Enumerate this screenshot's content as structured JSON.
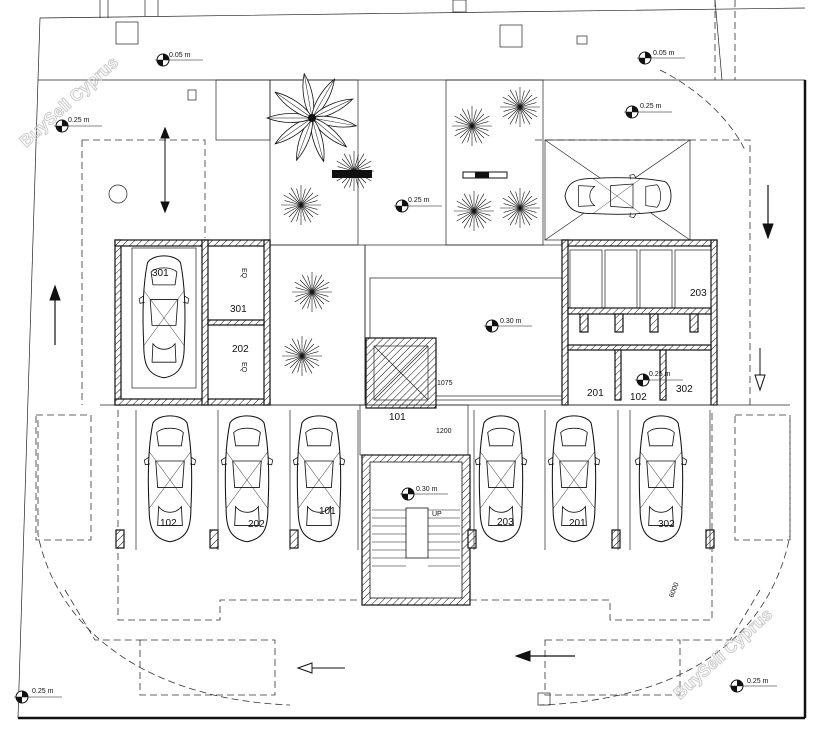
{
  "levels": {
    "top_left": "0.05 m",
    "top_right": "0.05 m",
    "upper_left": "0.25 m",
    "upper_right": "0.25 m",
    "courtyard": "0.25 m",
    "lobby": "0.30 m",
    "near_store": "0.25 m",
    "stair_hall": "0.30 m",
    "bottom_left": "0.25 m",
    "bottom_right": "0.25 m"
  },
  "covered_parking": [
    "102",
    "202",
    "101",
    "203",
    "201",
    "302"
  ],
  "garage_label": "301",
  "stores_left": [
    "301",
    "202"
  ],
  "stores_right": [
    "203",
    "201",
    "102",
    "302"
  ],
  "eq_labels": [
    "EQ",
    "EQ"
  ],
  "entrance_label": "101",
  "dimensions": {
    "d1075": "1075",
    "d1200": "1200",
    "d6000": "6000"
  },
  "stair_up": "UP",
  "watermark": "BuySell Cyprus"
}
